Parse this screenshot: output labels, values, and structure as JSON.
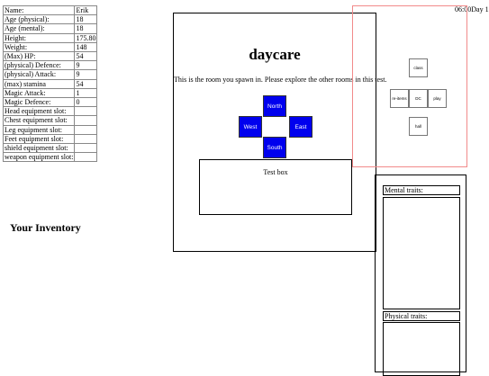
{
  "stats": [
    {
      "label": "Name:",
      "value": "Erik"
    },
    {
      "label": "Age (physical):",
      "value": "18"
    },
    {
      "label": "Age (mental):",
      "value": "18"
    },
    {
      "label": "Height:",
      "value": "175.80"
    },
    {
      "label": "Weight:",
      "value": "148"
    },
    {
      "label": "(Max) HP:",
      "value": "54"
    },
    {
      "label": "(physical) Defence:",
      "value": "9"
    },
    {
      "label": "(physical) Attack:",
      "value": "9"
    },
    {
      "label": "(max) stamina",
      "value": "54"
    },
    {
      "label": "Magic Attack:",
      "value": "1"
    },
    {
      "label": "Magic Defence:",
      "value": "0"
    },
    {
      "label": "Head equipment slot:",
      "value": ""
    },
    {
      "label": "Chest equipment slot:",
      "value": ""
    },
    {
      "label": "Leg equipment slot:",
      "value": ""
    },
    {
      "label": "Feet equipment slot:",
      "value": ""
    },
    {
      "label": "shield equipment slot:",
      "value": ""
    },
    {
      "label": "weapon equipment slot:",
      "value": ""
    }
  ],
  "inventory": {
    "title": "Your Inventory"
  },
  "room": {
    "title": "daycare",
    "description": "This is the room you spawn in. Please explore the other rooms in this test.",
    "buttons": {
      "north": "North",
      "west": "West",
      "east": "East",
      "south": "South"
    },
    "button_color": "#0000ee",
    "testbox": "Test box"
  },
  "clock": {
    "time": "06:00",
    "day": "Day 1"
  },
  "map": {
    "border_color": "#f28a8a",
    "cells": {
      "north": "class",
      "west": "re-items",
      "center": "DC",
      "east": "play",
      "south": "hall"
    }
  },
  "traits": {
    "mental": "Mental traits:",
    "physical": "Physical traits:"
  }
}
